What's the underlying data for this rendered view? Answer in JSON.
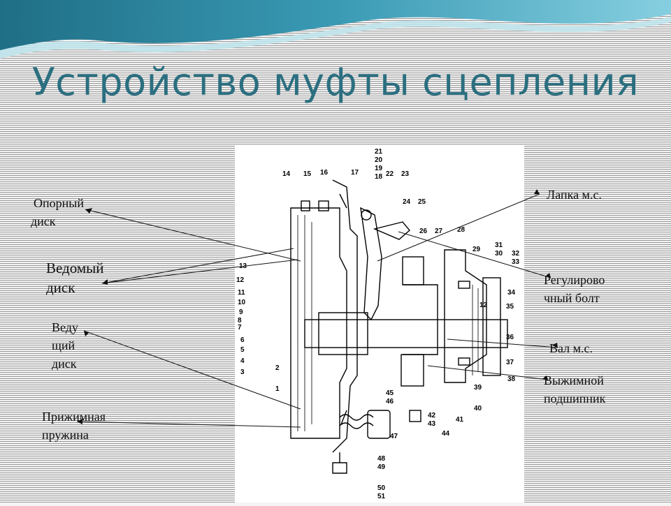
{
  "title": "Устройство муфты сцепления",
  "labels": {
    "opornyi": [
      "Опорный",
      "диск"
    ],
    "vedomyi": [
      "Ведомый",
      "диск"
    ],
    "vedushchii": [
      "Веду",
      "щий",
      "диск"
    ],
    "prizhimnaya": [
      "Прижимная",
      "пружина"
    ],
    "lapka": "Лапка м.с.",
    "regulirovochnyi": [
      "Регулирово",
      "чный болт"
    ],
    "val": "Вал м.с.",
    "vyzhimnoi": [
      "Выжимной",
      "подшипник"
    ]
  },
  "part_numbers": [
    "1",
    "2",
    "3",
    "4",
    "5",
    "6",
    "7",
    "8",
    "9",
    "10",
    "11",
    "12",
    "13",
    "14",
    "15",
    "16",
    "17",
    "18",
    "19",
    "20",
    "21",
    "22",
    "23",
    "24",
    "25",
    "26",
    "27",
    "28",
    "29",
    "30",
    "31",
    "32",
    "33",
    "34",
    "35",
    "36",
    "37",
    "38",
    "39",
    "40",
    "41",
    "42",
    "43",
    "44",
    "45",
    "46",
    "47",
    "48",
    "49",
    "50",
    "51"
  ],
  "colors": {
    "title": "#2b6f80",
    "wave_dark": "#1f6f86",
    "wave_light": "#7ec7d8"
  }
}
